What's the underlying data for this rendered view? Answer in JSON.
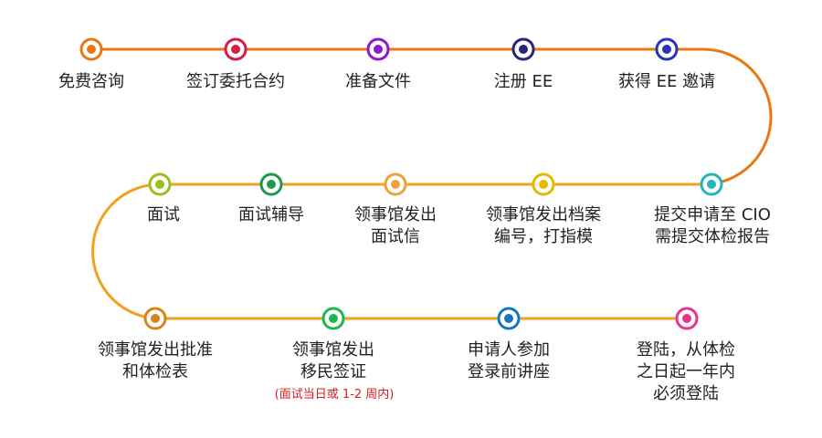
{
  "flow": {
    "colors": {
      "path_top": "#E8780F",
      "path_mid": "#F0A21E",
      "path_bottom": "#F0A21E"
    },
    "steps": [
      {
        "lines": [
          "免费咨询"
        ],
        "color": "#E8780F"
      },
      {
        "lines": [
          "签订委托合约"
        ],
        "color": "#D81B45"
      },
      {
        "lines": [
          "准备文件"
        ],
        "color": "#8E19C9"
      },
      {
        "lines": [
          "注册 EE"
        ],
        "color": "#2B2380"
      },
      {
        "lines": [
          "获得 EE 邀请"
        ],
        "color": "#2733B8"
      },
      {
        "lines": [
          "提交申请至 CIO",
          "需提交体检报告"
        ],
        "color": "#22B8B8"
      },
      {
        "lines": [
          "领事馆发出档案",
          "编号，打指模"
        ],
        "color": "#E6B800"
      },
      {
        "lines": [
          "领事馆发出",
          "面试信"
        ],
        "color": "#F0A23A"
      },
      {
        "lines": [
          "面试辅导"
        ],
        "color": "#1E9A4A"
      },
      {
        "lines": [
          "面试"
        ],
        "color": "#9CBF1E"
      },
      {
        "lines": [
          "领事馆发出批准",
          "和体检表"
        ],
        "color": "#D9831A"
      },
      {
        "lines": [
          "领事馆发出",
          "移民签证"
        ],
        "color": "#1CB84C"
      },
      {
        "lines": [
          "申请人参加",
          "登录前讲座"
        ],
        "color": "#1478C0"
      },
      {
        "lines": [
          "登陆，从体检",
          "之日起一年内",
          "必须登陆"
        ],
        "color": "#E8338F"
      }
    ],
    "note": {
      "text": "(面试当日或 1-2 周内)",
      "color": "#D81B1B"
    }
  }
}
